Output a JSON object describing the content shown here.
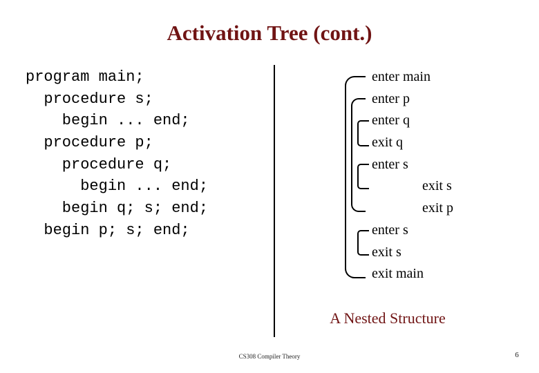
{
  "slide": {
    "title": "Activation Tree (cont.)",
    "subtitle": "A Nested Structure",
    "footer": "CS308  Compiler Theory",
    "page_number": "6"
  },
  "colors": {
    "title_accent": "#701414",
    "body_text": "#000000",
    "background": "#ffffff"
  },
  "code": {
    "lines": [
      "program main;",
      "  procedure s;",
      "    begin ... end;",
      "  procedure p;",
      "    procedure q;",
      "      begin ... end;",
      "    begin q; s; end;",
      "  begin p; s; end;"
    ]
  },
  "trace": {
    "events": [
      {
        "label": "enter main",
        "indent": "normal"
      },
      {
        "label": "enter p",
        "indent": "normal"
      },
      {
        "label": "enter q",
        "indent": "normal"
      },
      {
        "label": "exit q",
        "indent": "normal"
      },
      {
        "label": "enter s",
        "indent": "normal"
      },
      {
        "label": "exit s",
        "indent": "far"
      },
      {
        "label": "exit p",
        "indent": "far"
      },
      {
        "label": "enter s",
        "indent": "normal"
      },
      {
        "label": "exit s",
        "indent": "normal"
      },
      {
        "label": "exit main",
        "indent": "normal"
      }
    ]
  }
}
